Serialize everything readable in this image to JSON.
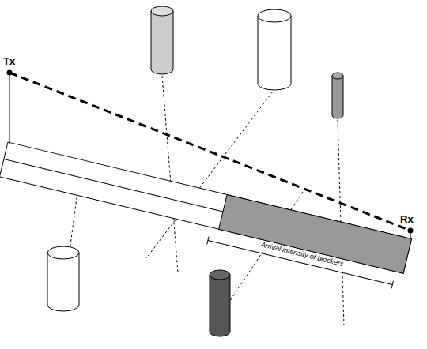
{
  "diagram": {
    "labels": [
      "Tx",
      "Rx",
      "Arrival intensity of blockers"
    ]
  }
}
